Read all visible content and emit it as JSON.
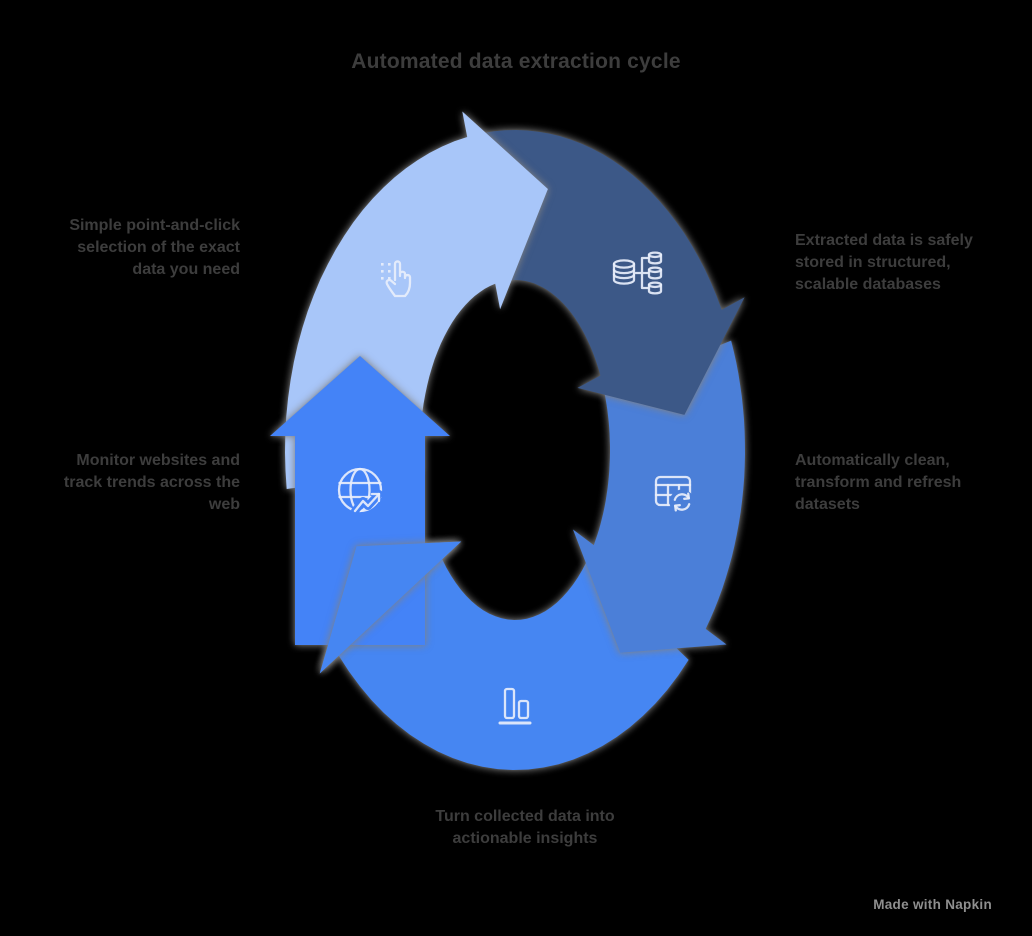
{
  "page": {
    "background": "#000000",
    "caption_color": "#3d3d3d",
    "watermark_color": "#8f8f8f"
  },
  "title": "Automated data extraction cycle",
  "watermark": "Made with Napkin",
  "cycle": {
    "segments": [
      {
        "id": "discover",
        "icon": "globe-trend-icon",
        "color": "#4483f7",
        "label": "Monitor websites and track trends across the web"
      },
      {
        "id": "select",
        "icon": "tap-select-icon",
        "color": "#a8c6f9",
        "label": "Simple point-and-click selection of the exact data you need"
      },
      {
        "id": "store",
        "icon": "database-distribution-icon",
        "color": "#3c5887",
        "label": "Extracted data is safely stored in structured, scalable databases"
      },
      {
        "id": "refresh",
        "icon": "table-refresh-icon",
        "color": "#4b7fd8",
        "label": "Automatically clean, transform and refresh datasets"
      },
      {
        "id": "analyze",
        "icon": "bar-chart-icon",
        "color": "#4686f2",
        "label": "Turn collected data into actionable insights"
      }
    ]
  }
}
